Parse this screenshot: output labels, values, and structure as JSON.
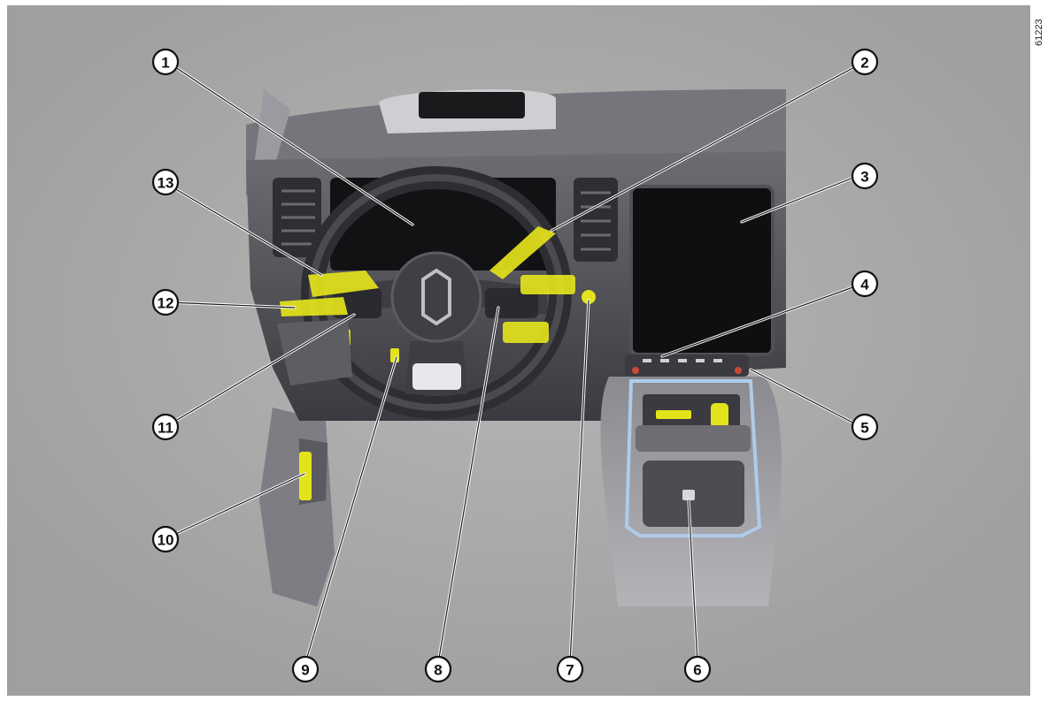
{
  "figure_id": "61223",
  "colors": {
    "background": "#a9a9a9",
    "highlight": "#e6e61e",
    "dashboard": "#4a4a4f",
    "screen": "#0d0d0f"
  },
  "callouts": [
    {
      "label": "1"
    },
    {
      "label": "2"
    },
    {
      "label": "3"
    },
    {
      "label": "4"
    },
    {
      "label": "5"
    },
    {
      "label": "6"
    },
    {
      "label": "7"
    },
    {
      "label": "8"
    },
    {
      "label": "9"
    },
    {
      "label": "10"
    },
    {
      "label": "11"
    },
    {
      "label": "12"
    },
    {
      "label": "13"
    }
  ]
}
